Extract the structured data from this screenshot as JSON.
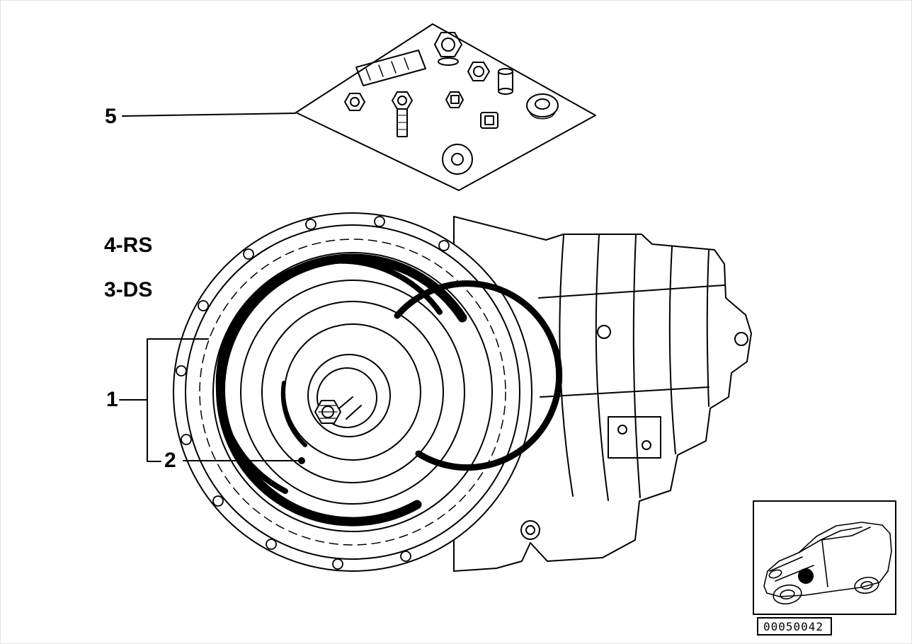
{
  "page": {
    "background_color": "#ffffff",
    "line_color": "#000000"
  },
  "callouts": {
    "item5": "5",
    "item4": "4-RS",
    "item3": "3-DS",
    "item1": "1",
    "item2": "2"
  },
  "footer": {
    "diagram_number": "00050042"
  }
}
